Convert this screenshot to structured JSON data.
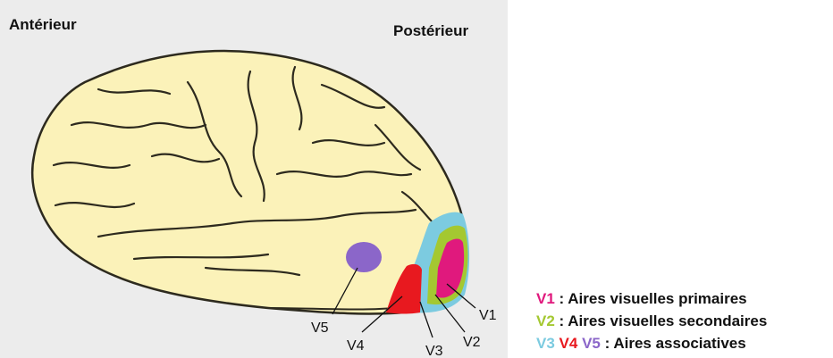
{
  "orientation": {
    "anterior": "Antérieur",
    "posterior": "Postérieur"
  },
  "areas": {
    "v1": {
      "label": "V1",
      "color": "#e0197d"
    },
    "v2": {
      "label": "V2",
      "color": "#a4c831"
    },
    "v3": {
      "label": "V3",
      "color": "#7ccbe0"
    },
    "v4": {
      "label": "V4",
      "color": "#e8191f"
    },
    "v5": {
      "label": "V5",
      "color": "#8b66c9"
    }
  },
  "brain_color": "#fbf2b9",
  "legend": {
    "row1": {
      "code": "V1",
      "text": " : Aires visuelles primaires"
    },
    "row2": {
      "code": "V2",
      "text": " : Aires visuelles secondaires"
    },
    "row3": {
      "code_v3": "V3",
      "code_v4": "V4",
      "code_v5": "V5",
      "text": " : Aires associatives"
    }
  }
}
